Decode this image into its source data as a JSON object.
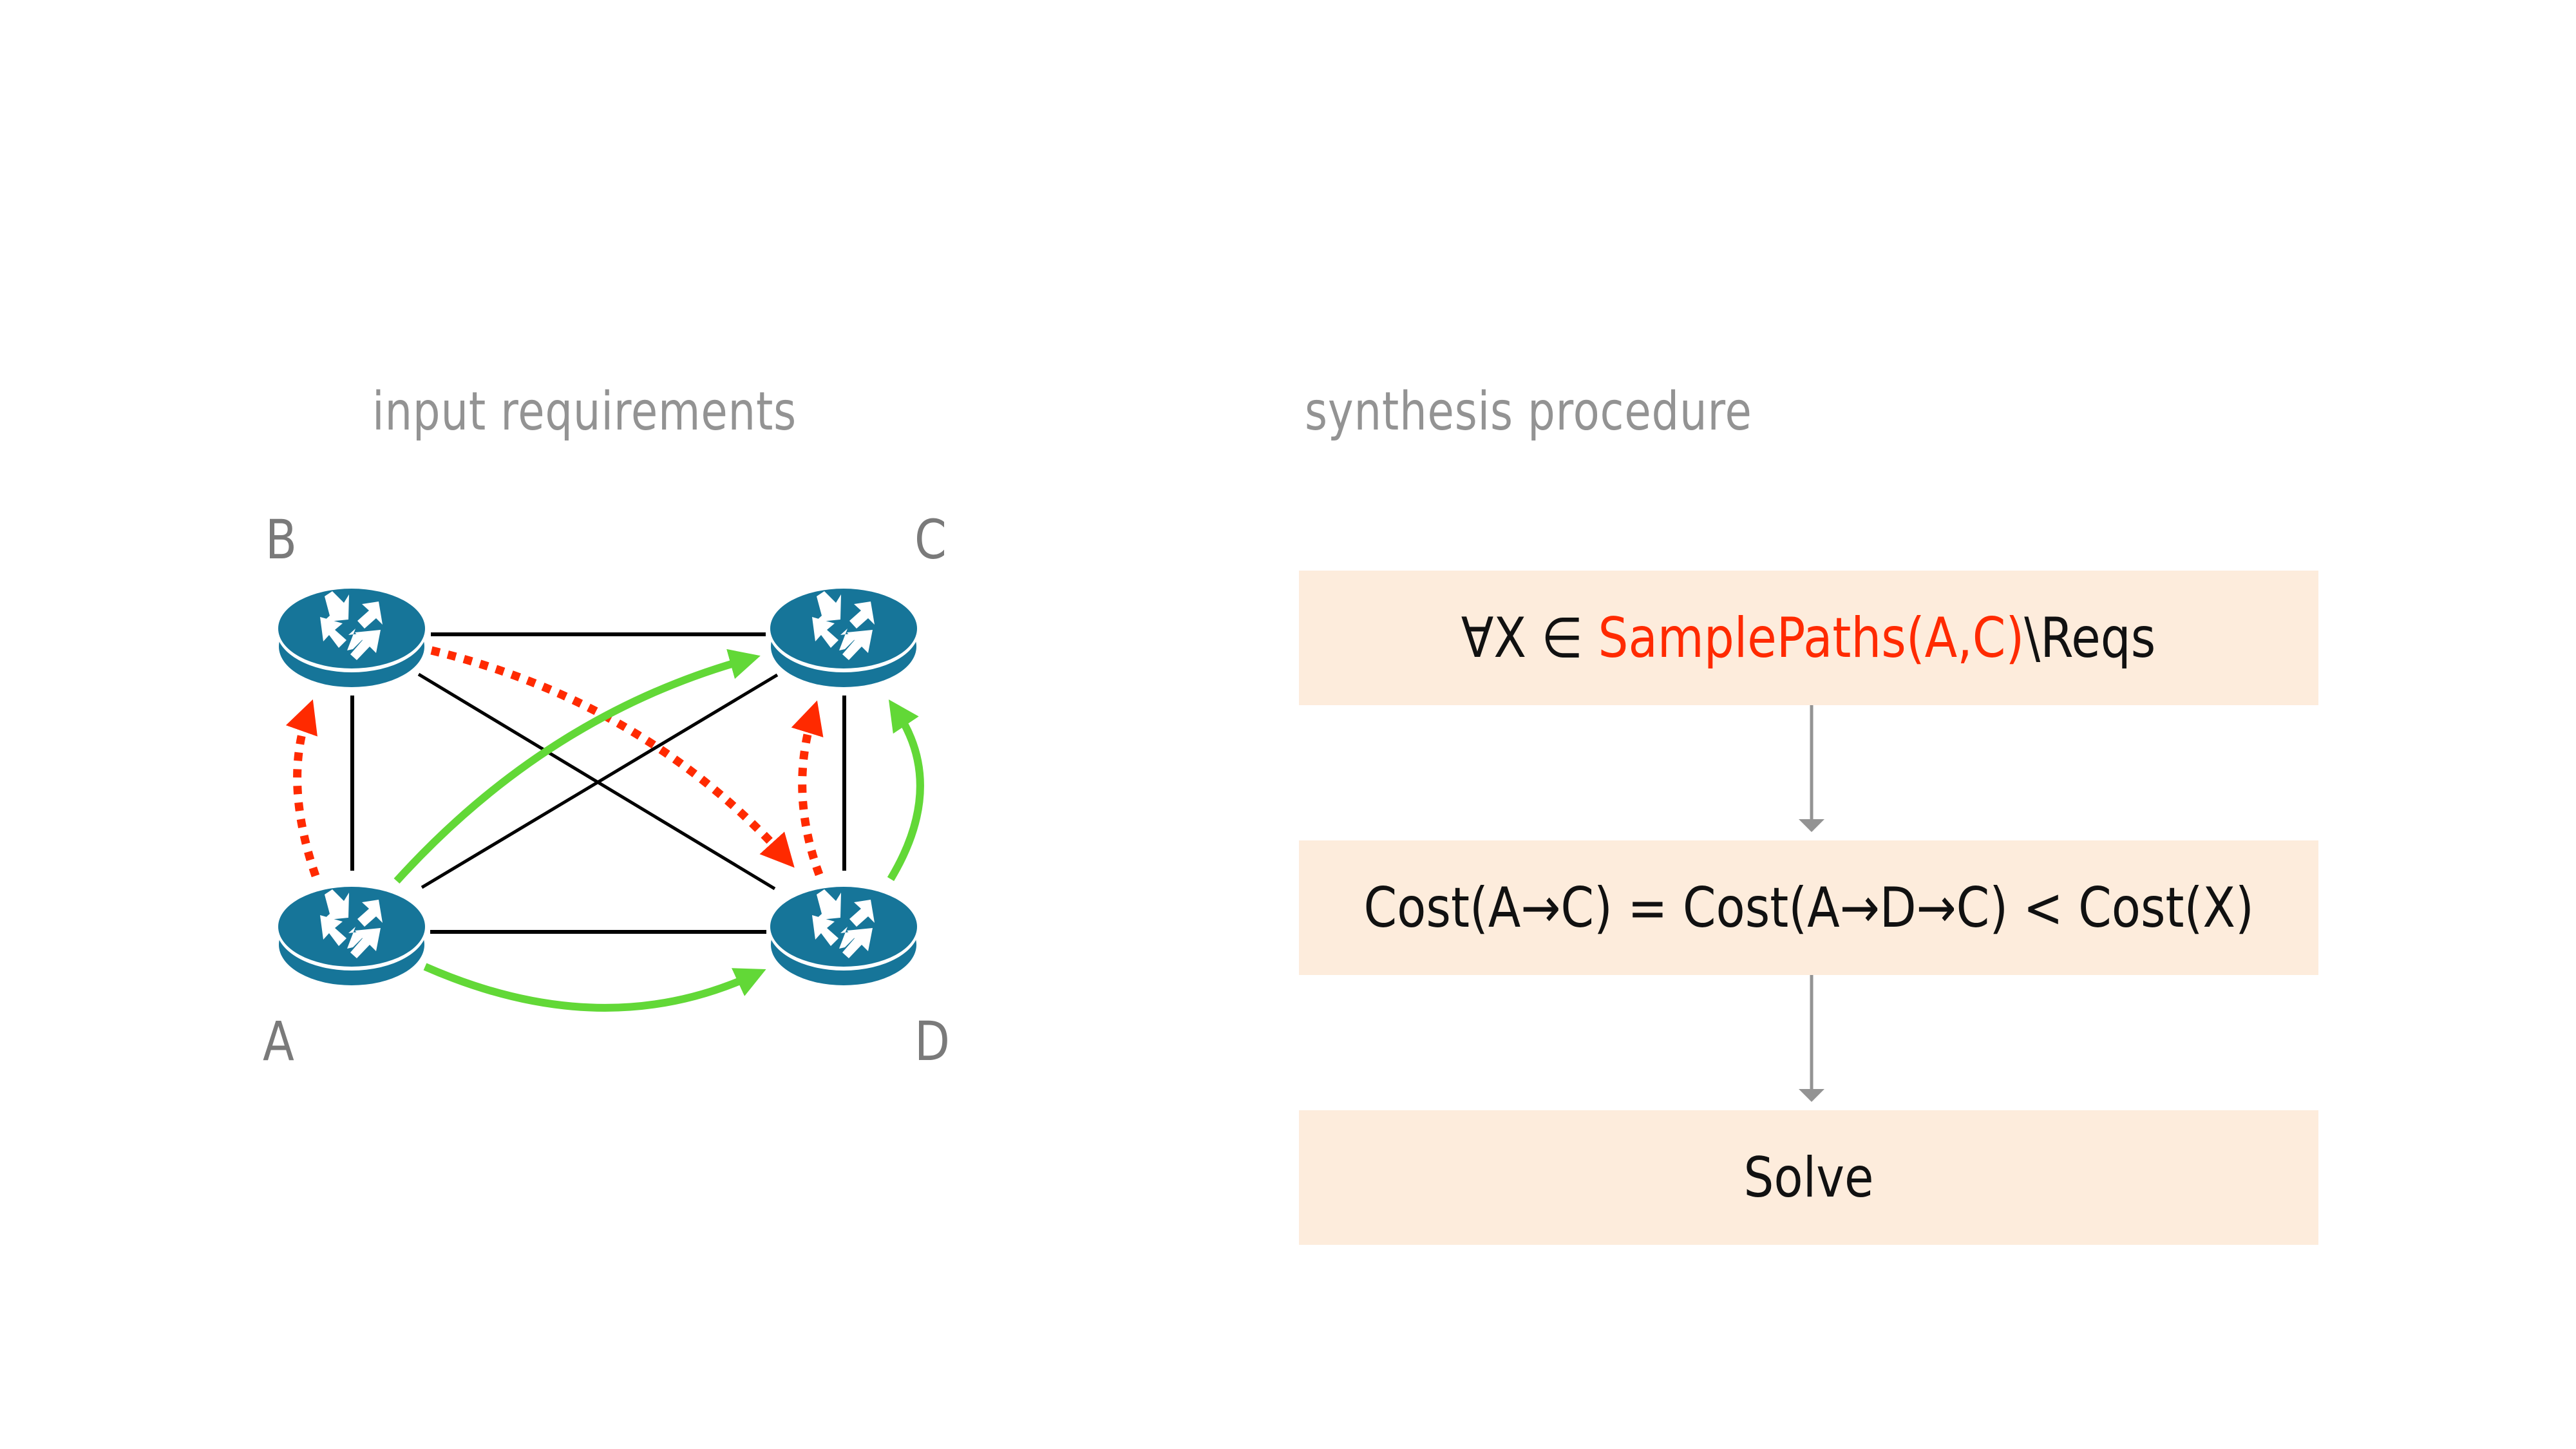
{
  "sections": {
    "left_title": "input requirements",
    "right_title": "synthesis procedure"
  },
  "network": {
    "nodes": [
      {
        "id": "B",
        "label": "B",
        "icon": "router-icon"
      },
      {
        "id": "C",
        "label": "C",
        "icon": "router-icon"
      },
      {
        "id": "A",
        "label": "A",
        "icon": "router-icon"
      },
      {
        "id": "D",
        "label": "D",
        "icon": "router-icon"
      }
    ],
    "links": [
      [
        "A",
        "B"
      ],
      [
        "B",
        "C"
      ],
      [
        "C",
        "D"
      ],
      [
        "A",
        "D"
      ],
      [
        "A",
        "C"
      ],
      [
        "B",
        "D"
      ]
    ],
    "requirements": {
      "forbidden_path_color": "#FF2A00",
      "allowed_path_color": "#62D837",
      "forbidden_path": [
        "A",
        "B",
        "D",
        "C"
      ],
      "required_path": [
        "A",
        "D",
        "C"
      ],
      "required_direct_hint": [
        "A",
        "C"
      ]
    },
    "router_color": "#167599",
    "link_color": "#000000"
  },
  "procedure": {
    "steps": [
      {
        "prefix": "∀X ∈ ",
        "highlight": "SamplePaths(A,C)",
        "suffix": "\\Reqs"
      },
      {
        "prefix": "Cost(A→C) = Cost(A→D→C) < Cost(X)",
        "highlight": "",
        "suffix": ""
      },
      {
        "prefix": "Solve",
        "highlight": "",
        "suffix": ""
      }
    ],
    "box_color": "#FDECDC",
    "arrow_color": "#939393",
    "highlight_color": "#FF2A00"
  }
}
